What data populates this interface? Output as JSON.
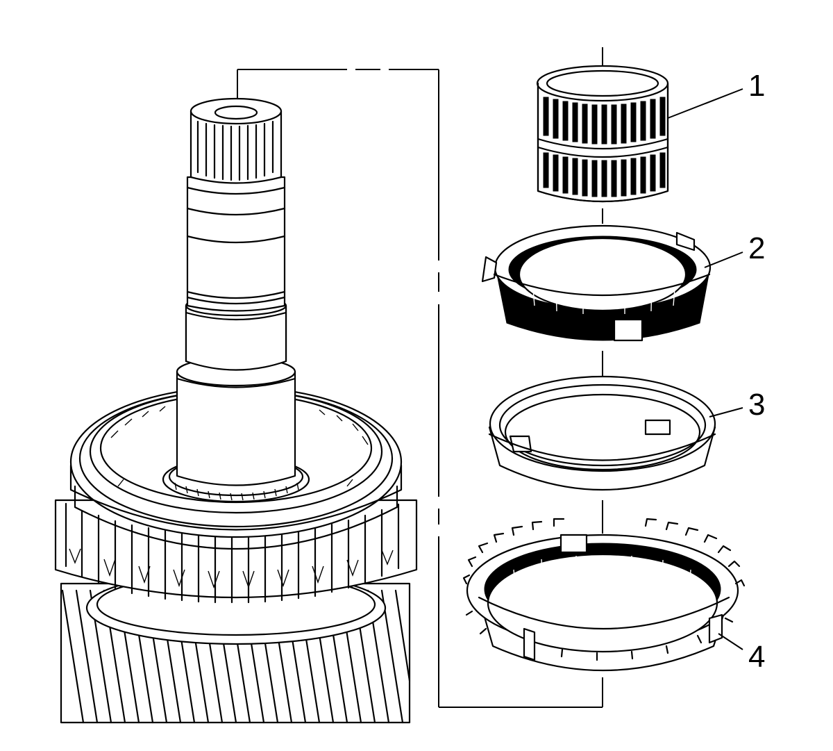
{
  "diagram": {
    "callouts": [
      {
        "id": "1",
        "label": "1"
      },
      {
        "id": "2",
        "label": "2"
      },
      {
        "id": "3",
        "label": "3"
      },
      {
        "id": "4",
        "label": "4"
      }
    ],
    "colors": {
      "ink": "#000000",
      "paper": "#ffffff"
    },
    "parts": [
      {
        "callout": "1",
        "icon": "needle-bearing-icon"
      },
      {
        "callout": "2",
        "icon": "outer-cone-ring-icon"
      },
      {
        "callout": "3",
        "icon": "inner-cone-ring-icon"
      },
      {
        "callout": "4",
        "icon": "synchronizer-blocker-ring-icon"
      }
    ]
  }
}
